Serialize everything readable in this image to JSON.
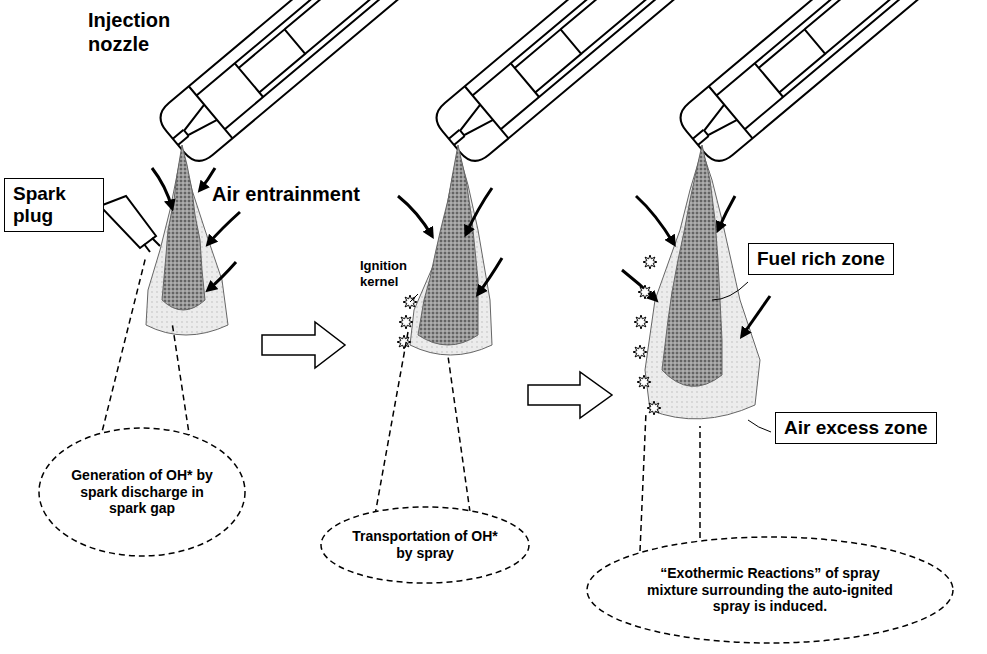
{
  "diagram": {
    "nodes": [
      {
        "text": [
          "Spark plug"
        ]
      },
      {
        "text": [
          "Fuel rich zone"
        ]
      },
      {
        "text": [
          "Air excess zone"
        ]
      },
      {
        "text": [
          "Generation of OH* by spark discharge in spark gap"
        ]
      },
      {
        "text": [
          "Transportation of OH* by spray"
        ]
      },
      {
        "text": [
          "“Exothermic Reactions” of spray mixture surrounding the auto-ignited spray is induced."
        ]
      }
    ],
    "labels": [
      "Injection nozzle",
      "Air entrainment",
      "Ignition kernel"
    ]
  }
}
